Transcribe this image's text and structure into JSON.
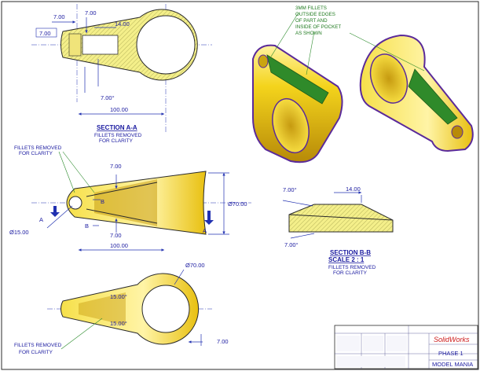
{
  "section_aa": {
    "title": "SECTION A-A",
    "note": [
      "FILLETS REMOVED",
      "FOR CLARITY"
    ],
    "dims": {
      "d_7_top": "7.00",
      "d_7_mid": "7.00",
      "d_14": "14.00",
      "d_7_box": "7.00",
      "angle": "7.00°",
      "d_100": "100.00"
    }
  },
  "iso_note": [
    "3MM FILLETS",
    "OUTSIDE EDGES",
    "OF PART AND",
    "INSIDE OF POCKET",
    "AS SHOWN"
  ],
  "front_view": {
    "fillet_note": [
      "FILLETS REMOVED",
      "FOR CLARITY"
    ],
    "dims": {
      "d_7_top": "7.00",
      "d_7_bot": "7.00",
      "d_70": "Ø70.00",
      "d_15": "Ø15.00",
      "d_100": "100.00"
    },
    "cut_a": "A",
    "cut_b": "B"
  },
  "section_bb": {
    "title": "SECTION B-B",
    "scale": "SCALE 2 : 1",
    "note": [
      "FILLETS REMOVED",
      "FOR CLARITY"
    ],
    "dims": {
      "angle_top": "7.00°",
      "d_14": "14.00",
      "angle_bot": "7.00°"
    }
  },
  "bottom_view": {
    "dims": {
      "d_70": "Ø70.00",
      "angle_1": "15.00°",
      "angle_2": "15.00°",
      "d_7": "7.00"
    },
    "fillet_note": [
      "FILLETS REMOVED",
      "FOR CLARITY"
    ]
  },
  "title_block": {
    "brand": "SolidWorks",
    "phase": "PHASE 1",
    "name": "MODEL MANIA"
  },
  "colors": {
    "part_yellow": "#f2d21a",
    "fillet_purple": "#5a2a9a",
    "pocket_green": "#3a9a2a",
    "dim_blue": "#1a1aa0",
    "section_hatch": "#e8e060"
  }
}
